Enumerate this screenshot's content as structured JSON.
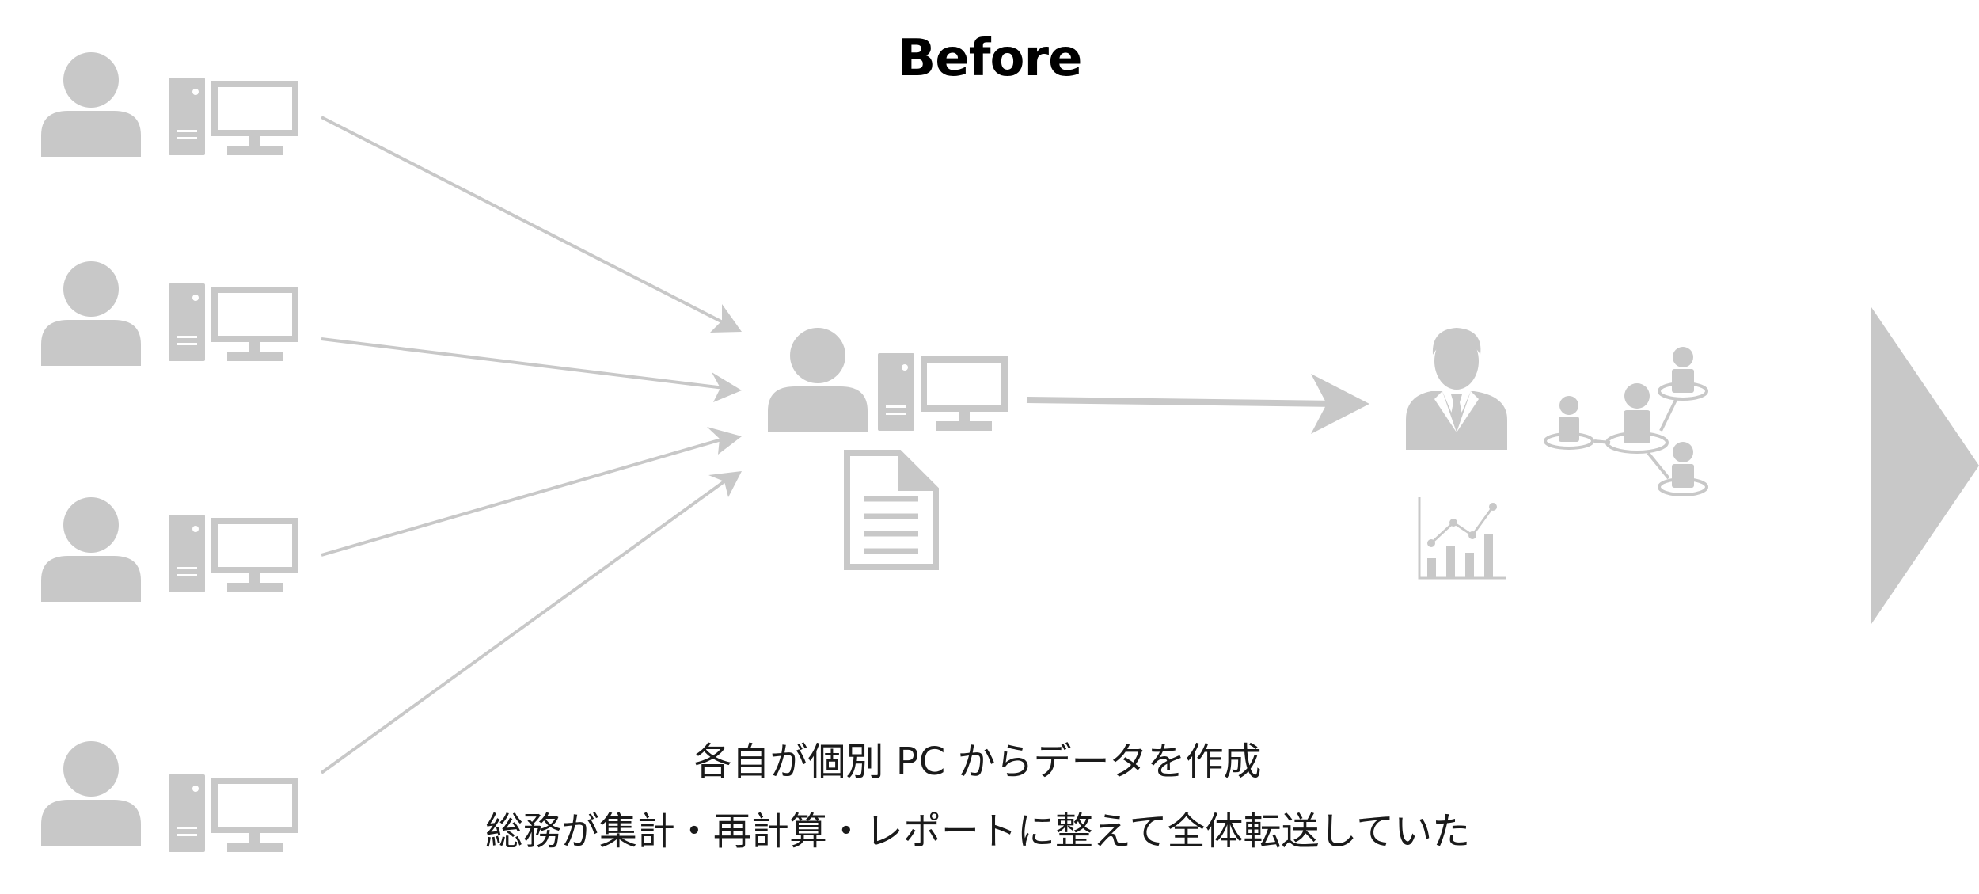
{
  "title": "Before",
  "caption": {
    "line1": "各自が個別 PC からデータを作成",
    "line2": "総務が集計・再計算・レポートに整えて全体転送していた"
  },
  "colors": {
    "icon": "#c8c8c8",
    "text": "#000000"
  }
}
